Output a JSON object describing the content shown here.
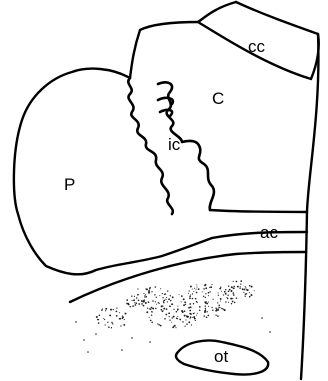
{
  "diagram": {
    "labels": {
      "cc": "cc",
      "c": "C",
      "ic": "ic",
      "p": "P",
      "ac": "ac",
      "ot": "ot"
    }
  }
}
